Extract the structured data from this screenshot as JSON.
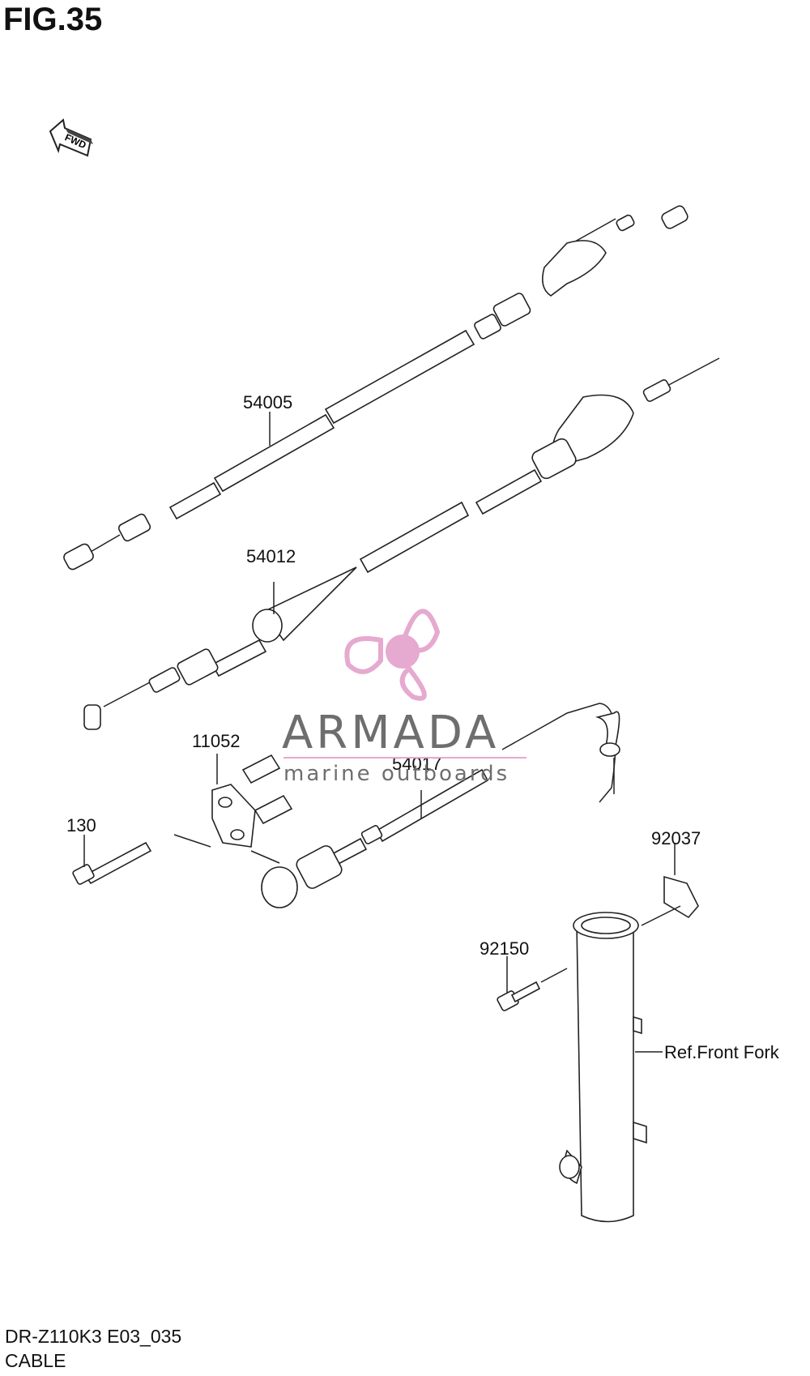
{
  "figure": {
    "title": "FIG.35"
  },
  "parts": [
    {
      "number": "54005"
    },
    {
      "number": "54012"
    },
    {
      "number": "11052"
    },
    {
      "number": "130"
    },
    {
      "number": "54017"
    },
    {
      "number": "92037"
    },
    {
      "number": "92150"
    }
  ],
  "reference": {
    "label": "Ref.Front Fork"
  },
  "fwd_arrow": {
    "label": "FWD"
  },
  "watermark": {
    "brand": "ARMADA",
    "subtitle": "marine outboards",
    "accent_color": "#e6a9cf",
    "text_color": "#6e6e6e"
  },
  "footer": {
    "model_code": "DR-Z110K3 E03_035",
    "section": "CABLE"
  }
}
